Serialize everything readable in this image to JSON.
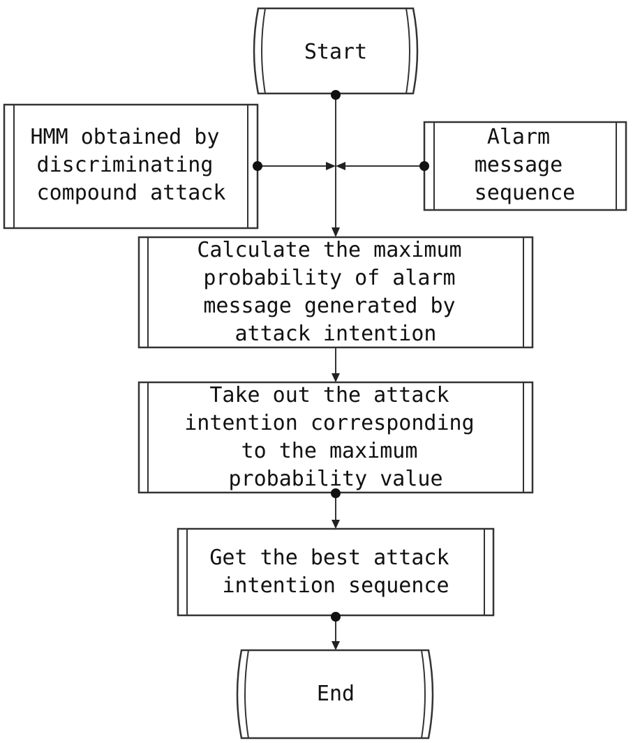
{
  "nodes": {
    "start": {
      "lines": [
        "Start"
      ]
    },
    "hmm": {
      "lines": [
        "HMM obtained by",
        "discriminating",
        "compound attack"
      ]
    },
    "alarm": {
      "lines": [
        "Alarm",
        "message",
        "sequence"
      ]
    },
    "calc": {
      "lines": [
        "Calculate the maximum",
        "probability of alarm",
        "message generated by",
        "attack intention"
      ]
    },
    "take": {
      "lines": [
        "Take out the attack",
        "intention corresponding",
        "to the maximum",
        "probability value"
      ]
    },
    "get": {
      "lines": [
        "Get the best attack",
        "intention sequence"
      ]
    },
    "end": {
      "lines": [
        "End"
      ]
    }
  },
  "edges": [
    {
      "from": "start",
      "to": "calc"
    },
    {
      "from": "hmm",
      "to": "calc"
    },
    {
      "from": "alarm",
      "to": "calc"
    },
    {
      "from": "calc",
      "to": "take"
    },
    {
      "from": "take",
      "to": "get"
    },
    {
      "from": "get",
      "to": "end"
    }
  ]
}
